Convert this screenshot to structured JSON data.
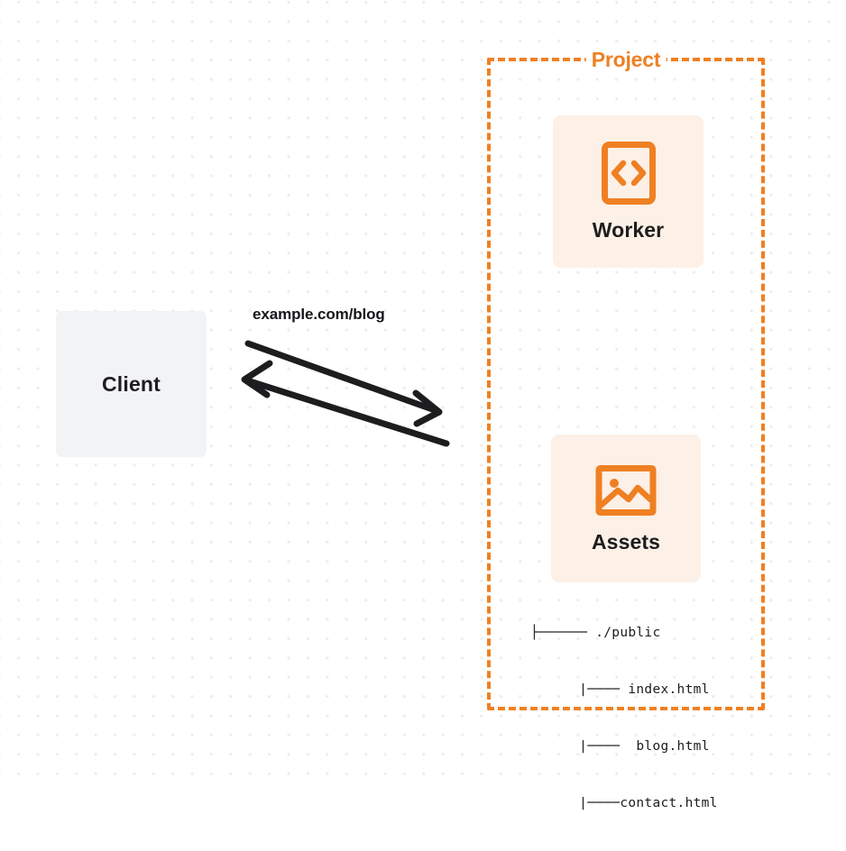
{
  "diagram": {
    "title": "Client to Project Worker and Assets request flow",
    "background": {
      "style": "dot-grid",
      "dot_color": "#ededee",
      "page_color": "#ffffff"
    },
    "colors": {
      "accent_orange": "#ef8022",
      "card_fill": "#fdf0e6",
      "client_fill": "#f2f3f5",
      "text_dark": "#1d1d1f",
      "arrow_stroke": "#1d1d1f"
    }
  },
  "client": {
    "label": "Client",
    "icon": "client-box"
  },
  "connection": {
    "label": "example.com/blog",
    "request_arrow": {
      "icon": "arrow-right-icon",
      "direction": "client-to-project"
    },
    "response_arrow": {
      "icon": "arrow-left-icon",
      "direction": "project-to-client"
    }
  },
  "project": {
    "title": "Project",
    "border_style": "dashed",
    "resources": [
      {
        "label": "Worker",
        "icon": "code-brackets-icon"
      },
      {
        "label": "Assets",
        "icon": "image-icon"
      }
    ]
  },
  "file_tree": {
    "lines": [
      "├────── ./public",
      "      |──── index.html",
      "      |────  blog.html",
      "      |────contact.html"
    ],
    "root": "./public",
    "files": [
      "index.html",
      "blog.html",
      "contact.html"
    ]
  }
}
